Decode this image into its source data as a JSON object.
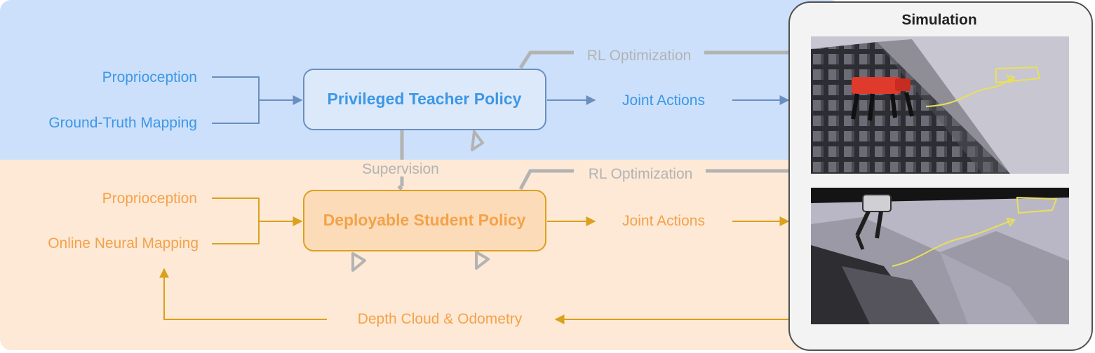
{
  "teacher": {
    "inputs": [
      "Proprioception",
      "Ground-Truth Mapping"
    ],
    "policy": "Privileged Teacher Policy",
    "actions": "Joint Actions",
    "optimization": "RL Optimization"
  },
  "student": {
    "inputs": [
      "Proprioception",
      "Online Neural Mapping"
    ],
    "policy": "Deployable Student Policy",
    "actions": "Joint Actions",
    "optimization": "RL Optimization",
    "feedback": "Depth Cloud & Odometry"
  },
  "supervision": "Supervision",
  "simulation": {
    "title": "Simulation"
  },
  "colors": {
    "teacher_bg": "#cce0fb",
    "student_bg": "#fde9d6",
    "teacher_text": "#3d97e6",
    "teacher_line": "#6a8fbf",
    "student_text": "#f4a24a",
    "student_line": "#dba01c",
    "gray": "#b3b3b3"
  }
}
